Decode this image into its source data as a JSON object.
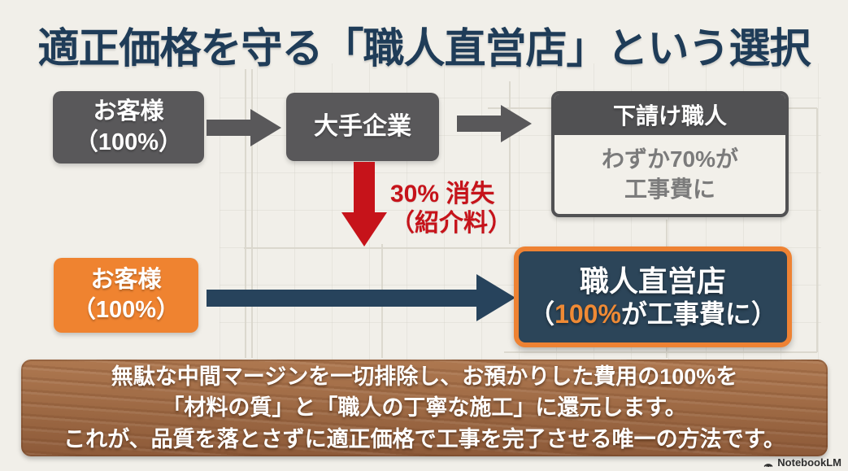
{
  "title": "適正価格を守る「職人直営店」という選択",
  "colors": {
    "background": "#f1efe9",
    "title_navy": "#1f3c58",
    "box_gray": "#59585a",
    "alert_red": "#c6131a",
    "accent_orange": "#ef8330",
    "deep_navy": "#2c4559",
    "wood_brown": "#9c6843",
    "muted_text_gray": "#7b7b7b"
  },
  "flow_top": {
    "customer_box": {
      "line1": "お客様",
      "line2": "（100%）"
    },
    "company_box": {
      "label": "大手企業"
    },
    "subcontractor_box": {
      "header": "下請け職人",
      "body_line1": "わずか70%が",
      "body_line2": "工事費に"
    },
    "loss_label": {
      "line1": "30% 消失",
      "line2": "（紹介料）"
    }
  },
  "flow_bottom": {
    "customer_box": {
      "line1": "お客様",
      "line2": "（100%）"
    },
    "direct_box": {
      "title": "職人直営店",
      "subtitle_prefix": "（",
      "subtitle_highlight": "100%",
      "subtitle_suffix": "が工事費に）"
    }
  },
  "footer": {
    "line1": "無駄な中間マージンを一切排除し、お預かりした費用の100%を",
    "line2": "「材料の質」と「職人の丁寧な施工」に還元します。",
    "line3": "これが、品質を落とさずに適正価格で工事を完了させる唯一の方法です。"
  },
  "watermark": {
    "label": "NotebookLM"
  }
}
